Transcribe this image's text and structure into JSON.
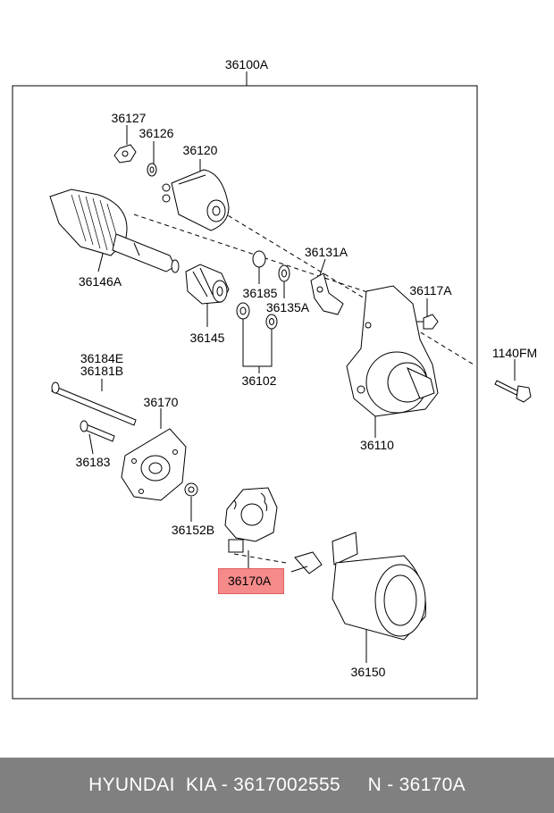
{
  "assembly_label": "36100A",
  "highlight_label": "36170A",
  "labels": {
    "p36127": "36127",
    "p36126": "36126",
    "p36120": "36120",
    "p36146A": "36146A",
    "p36131A": "36131A",
    "p36185": "36185",
    "p36135A": "36135A",
    "p36117A": "36117A",
    "p36145": "36145",
    "p36102": "36102",
    "p1140FM": "1140FM",
    "p36184E": "36184E",
    "p36181B": "36181B",
    "p36170": "36170",
    "p36110": "36110",
    "p36183": "36183",
    "p36152B": "36152B",
    "p36150": "36150"
  },
  "footer": {
    "brand": "HYUNDAI  KIA - 3617002555",
    "ref": "N - 36170A"
  },
  "colors": {
    "highlight": "#f58a8a",
    "footer_bg": "#808080",
    "footer_text": "#ffffff"
  }
}
